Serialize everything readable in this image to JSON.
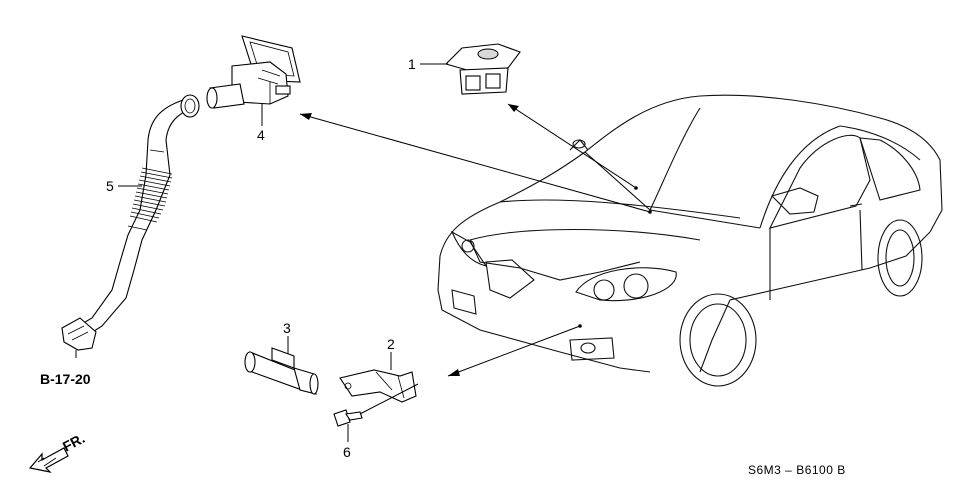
{
  "callouts": [
    {
      "id": "1",
      "text": "1"
    },
    {
      "id": "2",
      "text": "2"
    },
    {
      "id": "3",
      "text": "3"
    },
    {
      "id": "4",
      "text": "4"
    },
    {
      "id": "5",
      "text": "5"
    },
    {
      "id": "6",
      "text": "6"
    }
  ],
  "reference": {
    "section": "B-17-20",
    "direction": "FR.",
    "diagram_code": "S6M3 – B6100 B"
  }
}
